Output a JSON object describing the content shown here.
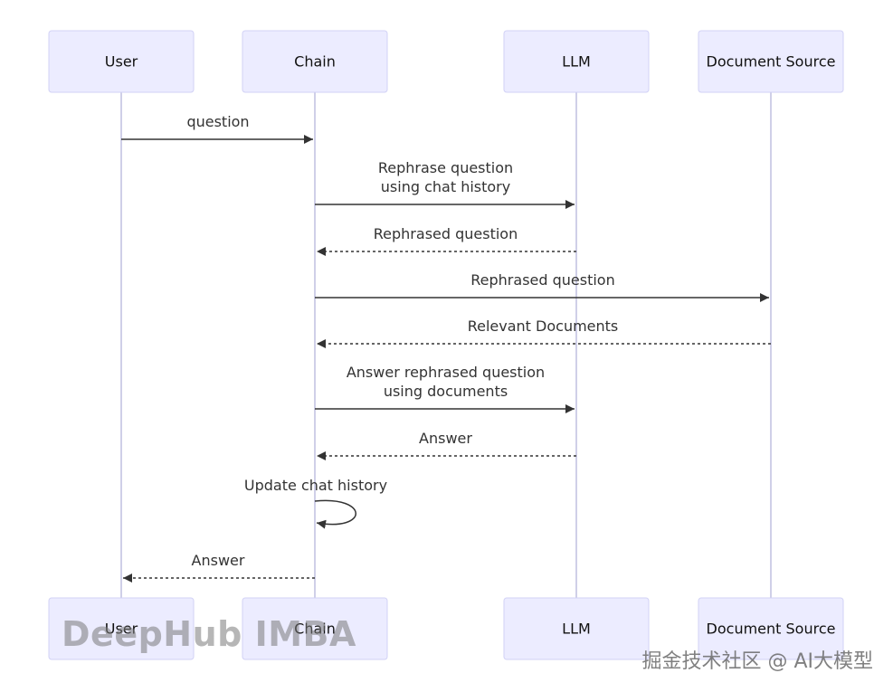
{
  "diagram": {
    "type": "sequence",
    "actors": [
      {
        "id": "user",
        "label": "User"
      },
      {
        "id": "chain",
        "label": "Chain"
      },
      {
        "id": "llm",
        "label": "LLM"
      },
      {
        "id": "docs",
        "label": "Document Source"
      }
    ],
    "messages": [
      {
        "from": "user",
        "to": "chain",
        "lines": [
          "question"
        ],
        "style": "solid"
      },
      {
        "from": "chain",
        "to": "llm",
        "lines": [
          "Rephrase question",
          "using chat history"
        ],
        "style": "solid"
      },
      {
        "from": "llm",
        "to": "chain",
        "lines": [
          "Rephrased question"
        ],
        "style": "dashed"
      },
      {
        "from": "chain",
        "to": "docs",
        "lines": [
          "Rephrased question"
        ],
        "style": "solid"
      },
      {
        "from": "docs",
        "to": "chain",
        "lines": [
          "Relevant Documents"
        ],
        "style": "dashed"
      },
      {
        "from": "chain",
        "to": "llm",
        "lines": [
          "Answer rephrased question",
          "using documents"
        ],
        "style": "solid"
      },
      {
        "from": "llm",
        "to": "chain",
        "lines": [
          "Answer"
        ],
        "style": "dashed"
      },
      {
        "from": "chain",
        "to": "chain",
        "lines": [
          "Update chat history"
        ],
        "style": "solid"
      },
      {
        "from": "chain",
        "to": "user",
        "lines": [
          "Answer"
        ],
        "style": "dashed"
      }
    ]
  },
  "watermarks": {
    "left": "DeepHub IMBA",
    "right": "掘金技术社区 @ AI大模型"
  }
}
